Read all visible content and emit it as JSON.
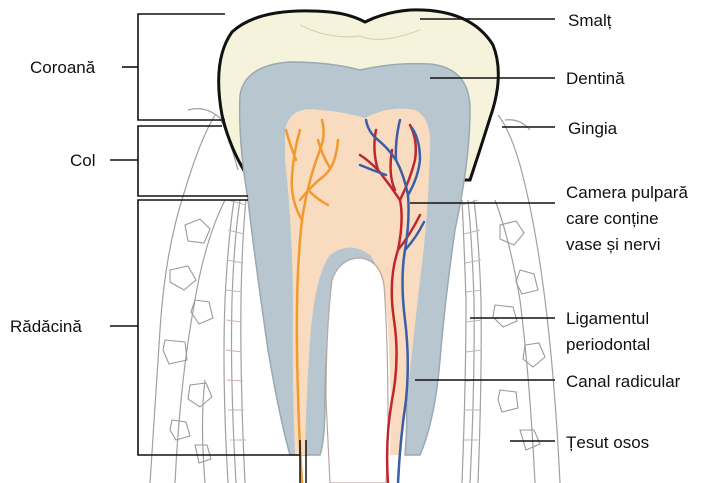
{
  "labels_left": {
    "crown": "Coroană",
    "neck": "Col",
    "root": "Rădăcină"
  },
  "labels_right": {
    "enamel": "Smalț",
    "dentin": "Dentină",
    "gum": "Gingia",
    "pulp_line1": "Camera pulpară",
    "pulp_line2": "care conține",
    "pulp_line3": "vase și nervi",
    "ligament_line1": "Ligamentul",
    "ligament_line2": "periodontal",
    "root_canal": "Canal radicular",
    "bone": "Țesut osos"
  },
  "colors": {
    "enamel": "#f6f3dc",
    "dentin": "#b7c6cf",
    "pulp": "#f9dcc0",
    "nerve": "#f29a2e",
    "artery": "#c0262c",
    "vein": "#3a5ea8",
    "outline": "#111111",
    "bone_line": "#9a9a9a"
  }
}
